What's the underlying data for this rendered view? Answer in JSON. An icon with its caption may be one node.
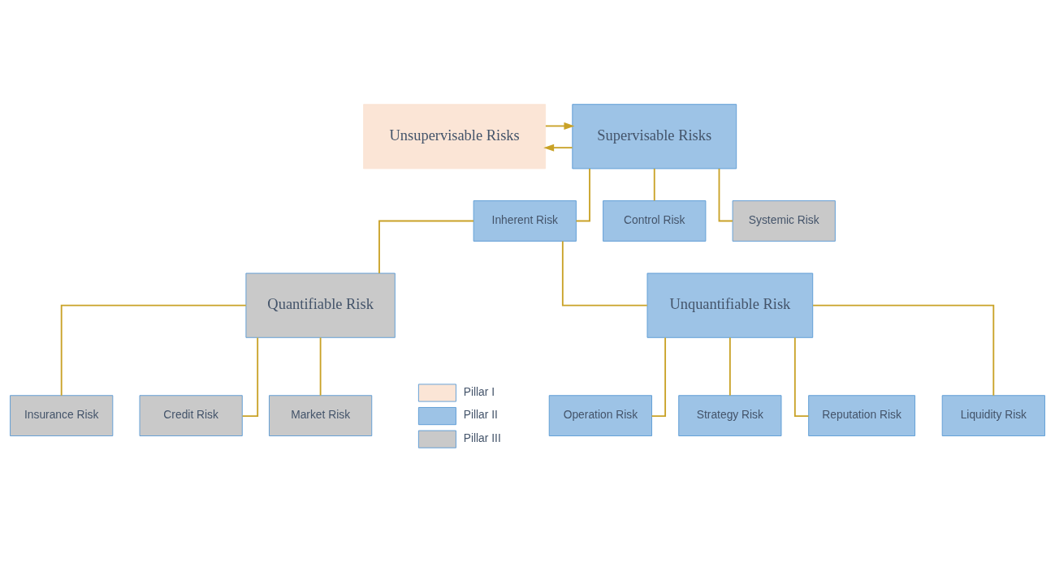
{
  "diagram": {
    "nodes": [
      {
        "text": [
          "Unsupervisable Risks"
        ]
      },
      {
        "text": [
          "Supervisable Risks"
        ]
      },
      {
        "text": [
          "Inherent Risk"
        ]
      },
      {
        "text": [
          "Control Risk"
        ]
      },
      {
        "text": [
          "Systemic Risk"
        ]
      },
      {
        "text": [
          "Quantifiable Risk"
        ]
      },
      {
        "text": [
          "Unquantifiable Risk"
        ]
      },
      {
        "text": [
          "Insurance Risk"
        ]
      },
      {
        "text": [
          "Credit Risk"
        ]
      },
      {
        "text": [
          "Market Risk"
        ]
      },
      {
        "text": [
          "Operation Risk"
        ]
      },
      {
        "text": [
          "Strategy Risk"
        ]
      },
      {
        "text": [
          "Reputation Risk"
        ]
      },
      {
        "text": [
          "Liquidity Risk"
        ]
      }
    ],
    "edges": [
      {
        "from": 0,
        "to": 1,
        "arrow": "to"
      },
      {
        "from": 1,
        "to": 0,
        "arrow": "to"
      },
      {
        "from": 1,
        "to": 2,
        "arrow": "none"
      },
      {
        "from": 1,
        "to": 3,
        "arrow": "none"
      },
      {
        "from": 1,
        "to": 4,
        "arrow": "none"
      },
      {
        "from": 2,
        "to": 5,
        "arrow": "none"
      },
      {
        "from": 2,
        "to": 6,
        "arrow": "none"
      },
      {
        "from": 5,
        "to": 7,
        "arrow": "none"
      },
      {
        "from": 5,
        "to": 8,
        "arrow": "none"
      },
      {
        "from": 5,
        "to": 9,
        "arrow": "none"
      },
      {
        "from": 6,
        "to": 10,
        "arrow": "none"
      },
      {
        "from": 6,
        "to": 11,
        "arrow": "none"
      },
      {
        "from": 6,
        "to": 12,
        "arrow": "none"
      },
      {
        "from": 6,
        "to": 13,
        "arrow": "none"
      }
    ],
    "legend": [
      {
        "text": "Pillar I",
        "color": "#fbe5d6"
      },
      {
        "text": "Pillar II",
        "color": "#9dc3e6"
      },
      {
        "text": "Pillar III",
        "color": "#c9c9c9"
      }
    ]
  }
}
